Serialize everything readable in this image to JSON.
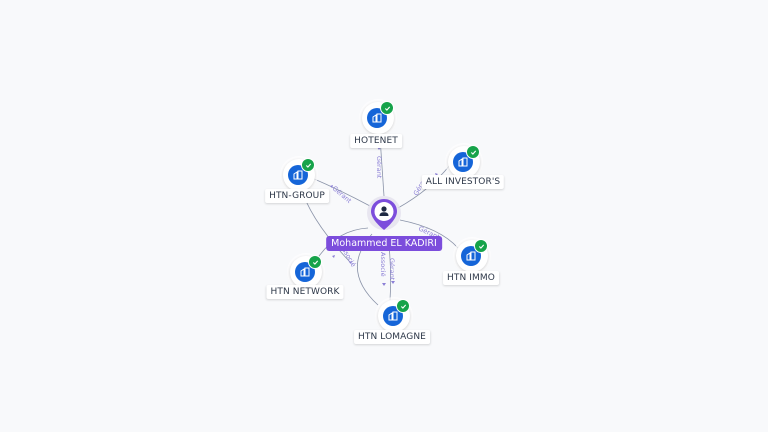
{
  "center": {
    "name": "Mohammed EL KADIRI",
    "icon": "person-icon",
    "color": "#7c4ddc"
  },
  "nodes": [
    {
      "id": "hotenet",
      "label": "HOTENET",
      "icon": "building-icon",
      "status": "verified-check-icon"
    },
    {
      "id": "all-investors",
      "label": "ALL INVESTOR'S",
      "icon": "building-icon",
      "status": "verified-check-icon"
    },
    {
      "id": "htn-immo",
      "label": "HTN IMMO",
      "icon": "building-icon",
      "status": "verified-check-icon"
    },
    {
      "id": "htn-lomagne",
      "label": "HTN LOMAGNE",
      "icon": "building-icon",
      "status": "verified-check-icon"
    },
    {
      "id": "htn-network",
      "label": "HTN NETWORK",
      "icon": "building-icon",
      "status": "verified-check-icon"
    },
    {
      "id": "htn-group",
      "label": "HTN-GROUP",
      "icon": "building-icon",
      "status": "verified-check-icon"
    }
  ],
  "edges": [
    {
      "to": "hotenet",
      "label": "Gérant"
    },
    {
      "to": "all-investors",
      "label": "Gérant"
    },
    {
      "to": "htn-immo",
      "label": "Gérant"
    },
    {
      "to": "htn-lomagne",
      "label": "Gérant"
    },
    {
      "to": "htn-lomagne",
      "label": "Associé"
    },
    {
      "to": "htn-network",
      "label": "Associé"
    },
    {
      "to": "htn-group",
      "label": "Gérant"
    }
  ],
  "colors": {
    "company": "#1565d8",
    "verified": "#16a34a",
    "edge": "#8a93a8",
    "edge_label": "#8b7fd6"
  }
}
